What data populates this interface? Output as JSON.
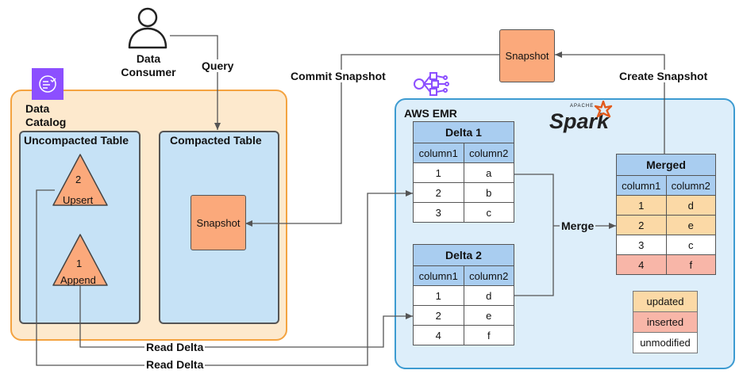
{
  "labels": {
    "data_consumer": "Data Consumer",
    "query": "Query",
    "data_catalog": "Data Catalog",
    "commit_snapshot": "Commit Snapshot",
    "create_snapshot": "Create Snapshot",
    "aws_emr": "AWS EMR",
    "spark_apache": "APACHE",
    "spark": "Spark",
    "merge": "Merge",
    "read_delta_1": "Read Delta",
    "read_delta_2": "Read Delta",
    "snapshot_top": "Snapshot",
    "snapshot_compacted": "Snapshot"
  },
  "uncompacted": {
    "title": "Uncompacted Table",
    "upsert": {
      "num": "2",
      "label": "Upsert"
    },
    "append": {
      "num": "1",
      "label": "Append"
    }
  },
  "compacted": {
    "title": "Compacted Table"
  },
  "delta1": {
    "title": "Delta 1",
    "columns": [
      "column1",
      "column2"
    ],
    "rows": [
      [
        "1",
        "a"
      ],
      [
        "2",
        "b"
      ],
      [
        "3",
        "c"
      ]
    ]
  },
  "delta2": {
    "title": "Delta 2",
    "columns": [
      "column1",
      "column2"
    ],
    "rows": [
      [
        "1",
        "d"
      ],
      [
        "2",
        "e"
      ],
      [
        "4",
        "f"
      ]
    ]
  },
  "merged": {
    "title": "Merged",
    "columns": [
      "column1",
      "column2"
    ],
    "rows": [
      [
        "1",
        "d"
      ],
      [
        "2",
        "e"
      ],
      [
        "3",
        "c"
      ],
      [
        "4",
        "f"
      ]
    ]
  },
  "legend": [
    "updated",
    "inserted",
    "unmodified"
  ],
  "colors": {
    "updated": "#fbd9a6",
    "inserted": "#f8b6a8",
    "unmodified": "#ffffff",
    "snapshot": "#fba97b",
    "catalog_bg": "#fde9cd",
    "catalog_border": "#f4a340",
    "table_bg": "#c6e2f6",
    "emr_bg": "#ddeefa",
    "emr_border": "#3d9bd1",
    "header_blue": "#a9cdf0",
    "glue_purple": "#8c4fff"
  },
  "icons": [
    "user-icon",
    "glue-catalog-icon",
    "emr-icon",
    "spark-logo"
  ]
}
